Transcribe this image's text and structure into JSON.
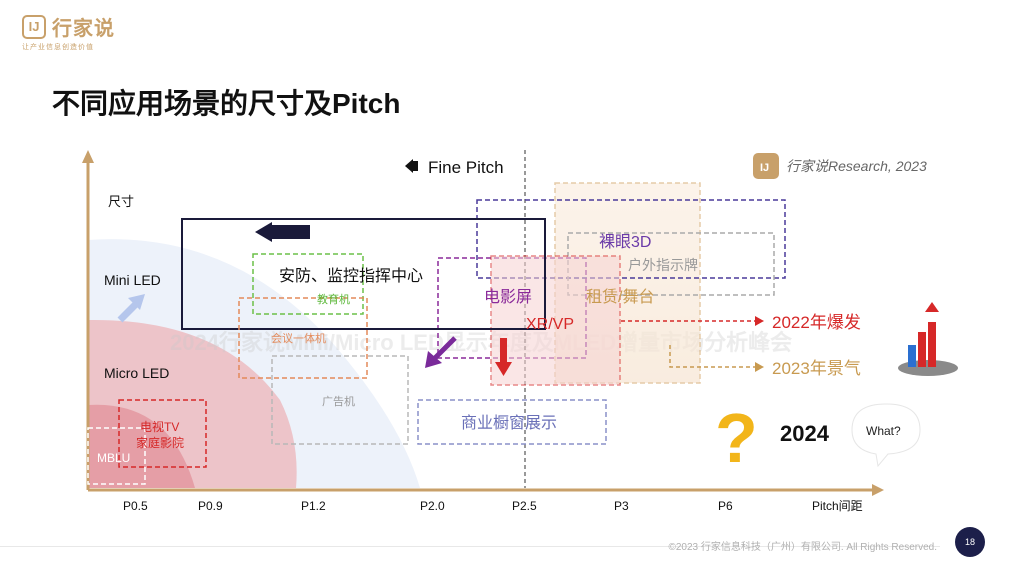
{
  "header": {
    "logo_mark": "IJ",
    "logo_name": "行家说",
    "logo_tagline": "让产业信息创造价值",
    "page_title": "不同应用场景的尺寸及Pitch"
  },
  "watermark": {
    "research_label": "行家说Research, 2023",
    "conference_text": "2024行家说Mini/Micro LED显示年度及MLED增量市场分析峰会"
  },
  "chart_data": {
    "type": "diagram",
    "y_axis_label": "尺寸",
    "x_axis_label": "Pitch间距",
    "x_ticks": [
      "P0.5",
      "P0.9",
      "P1.2",
      "P2.0",
      "P2.5",
      "P3",
      "P6"
    ],
    "y_ticks": [
      "Mini LED",
      "Micro LED"
    ],
    "fine_pitch_label": "Fine Pitch",
    "applications": [
      {
        "label": "安防、监控指挥中心",
        "color": "#1a1a3a"
      },
      {
        "label": "教育机",
        "color": "#5cb83a"
      },
      {
        "label": "会议一体机",
        "color": "#e48a5a"
      },
      {
        "label": "广告机",
        "color": "#a8a8a8"
      },
      {
        "label": "电视TV",
        "color": "#d62828"
      },
      {
        "label": "家庭影院",
        "color": "#d62828"
      },
      {
        "label": "MBLU",
        "color": "#ffffff"
      },
      {
        "label": "商业橱窗展示",
        "color": "#7f86c8"
      },
      {
        "label": "电影屏",
        "color": "#8a2a9a"
      },
      {
        "label": "XR/VP",
        "color": "#d62828"
      },
      {
        "label": "裸眼3D",
        "color": "#6a3aa8"
      },
      {
        "label": "户外指示牌",
        "color": "#999999"
      },
      {
        "label": "租赁/舞台",
        "color": "#c89a50"
      }
    ],
    "annotations": [
      {
        "label": "2022年爆发",
        "color": "#d62828"
      },
      {
        "label": "2023年景气",
        "color": "#c89a50"
      },
      {
        "label": "2024",
        "color": "#111111"
      },
      {
        "label": "What?",
        "color": "#222222"
      }
    ]
  },
  "footer": {
    "copyright": "©2023 行家信息科技（广州）有限公司. All Rights Reserved.",
    "page_number": "18"
  }
}
